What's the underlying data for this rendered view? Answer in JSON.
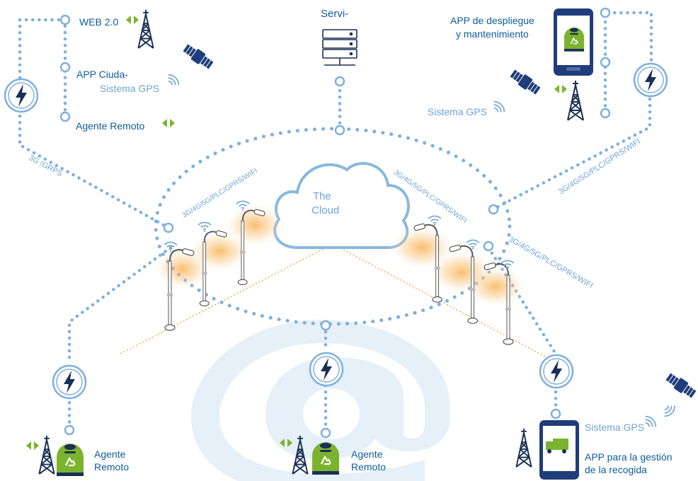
{
  "colors": {
    "dark_blue": "#0e5c9a",
    "light_blue": "#6fa4d4",
    "dot_blue": "#7fb0dc",
    "navy": "#1f3d7a",
    "green": "#7cb32e",
    "orange_glow": "#f7b24e",
    "cloud_stroke": "#8ab8de",
    "watermark": "#e3eef8"
  },
  "icons": [
    "lightning-icon",
    "antenna-tower-icon",
    "satellite-icon",
    "server-icon",
    "smartphone-icon",
    "waste-container-icon",
    "truck-icon",
    "bidirectional-arrow-icon",
    "wifi-signal-icon",
    "street-lamp-icon",
    "cloud-icon",
    "at-sign-watermark-icon"
  ],
  "cloud": {
    "line1": "The",
    "line2": "Cloud"
  },
  "server": {
    "label": "Servi-"
  },
  "top_left": {
    "web": "WEB 2.0",
    "app": "APP Ciuda-",
    "gps": "Sistema GPS",
    "agent": "Agente Remoto"
  },
  "top_right": {
    "app_line1": "APP de despliegue",
    "app_line2": "y mantenimiento",
    "gps": "Sistema GPS"
  },
  "bottom_left": {
    "line1": "Agente",
    "line2": "Remoto"
  },
  "bottom_center": {
    "line1": "Agente",
    "line2": "Remoto"
  },
  "bottom_right": {
    "gps": "Sistema GPS",
    "app_line1": "APP para la gestión",
    "app_line2": "de la recogida"
  },
  "links": {
    "left_3g": "3G /GRPS",
    "left_net": "3G/4G/5G/PLC/GPRS/WIFI",
    "mid_net": "3G/4G/5G/PLC/GPRS/WIFI",
    "right_top_net": "3G/4G/5G/PLC/GPRS/WIFI",
    "right_mid_net": "3G/4G/5G/PLC/GPRS/WIFI"
  }
}
